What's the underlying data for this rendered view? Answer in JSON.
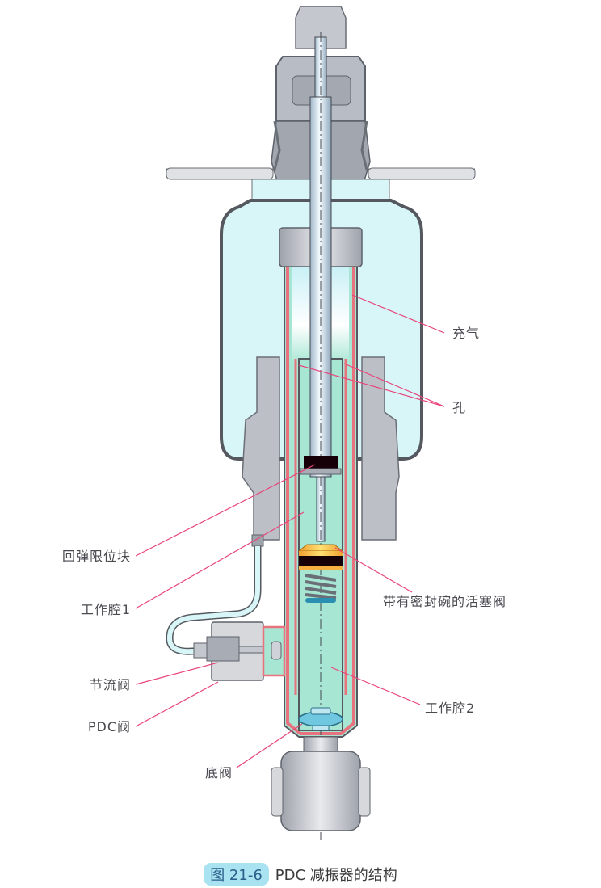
{
  "figure": {
    "caption_number": "图 21-6",
    "caption_title": "PDC 减振器的结构",
    "labels": {
      "gas_charge": "充气",
      "holes": "孔",
      "rebound_stop": "回弹限位块",
      "working_chamber_1": "工作腔1",
      "piston_valve": "带有密封碗的活塞阀",
      "throttle_valve": "节流阀",
      "pdc_valve": "PDC阀",
      "working_chamber_2": "工作腔2",
      "base_valve": "底阀"
    },
    "colors": {
      "air_spring": "#d8f6f8",
      "oil": "#a8e6d4",
      "tube_wall": "#e8737e",
      "metal": "#b8bcc4",
      "leader": "#e8457a",
      "caption_badge": "#a9e2f0"
    }
  }
}
